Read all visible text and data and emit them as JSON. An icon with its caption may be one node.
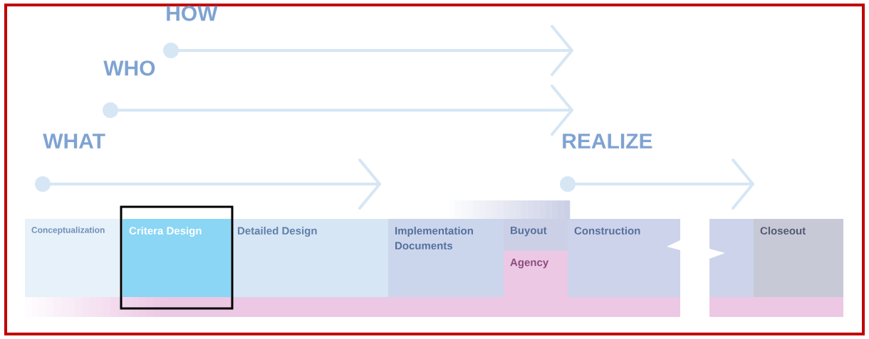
{
  "diagram": {
    "nodes": [
      {
        "text": [
          "Conceptualization"
        ]
      },
      {
        "text": [
          "Critera Design"
        ]
      },
      {
        "text": [
          "Detailed Design"
        ]
      },
      {
        "text": [
          "Implementation Documents"
        ]
      },
      {
        "text": [
          "Buyout"
        ]
      },
      {
        "text": [
          "Agency"
        ]
      },
      {
        "text": [
          "Construction"
        ]
      },
      {
        "text": [],
        "shape": "box"
      },
      {
        "text": [
          "Closeout"
        ]
      }
    ],
    "labels": [
      "HOW",
      "WHO",
      "WHAT",
      "REALIZE"
    ]
  }
}
